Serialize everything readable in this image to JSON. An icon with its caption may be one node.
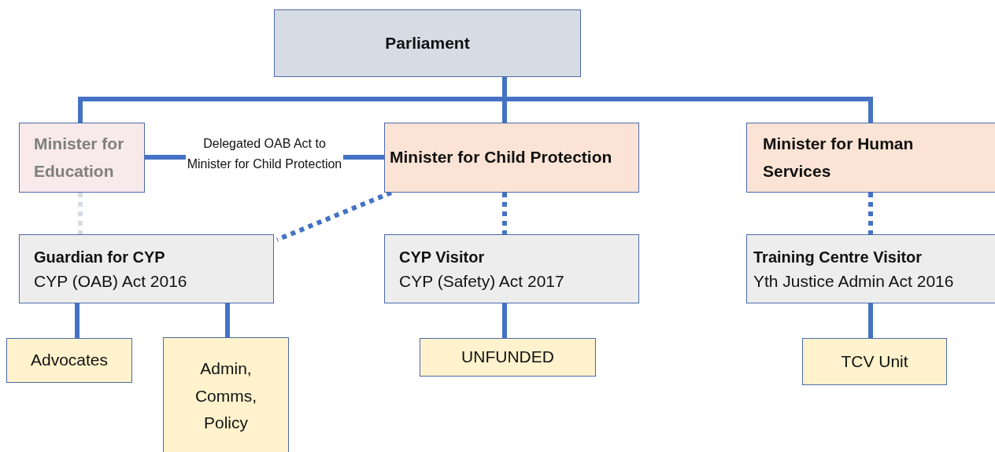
{
  "diagram": {
    "nodes": [
      {
        "text": [
          "Parliament"
        ]
      },
      {
        "text": [
          "Minister for Education"
        ]
      },
      {
        "text": [
          "Minister for Child Protection"
        ]
      },
      {
        "text": [
          "Minister for Human Services"
        ]
      },
      {
        "text": [
          "Guardian for CYP",
          "CYP (OAB) Act 2016"
        ]
      },
      {
        "text": [
          "CYP Visitor",
          "CYP (Safety) Act 2017"
        ]
      },
      {
        "text": [
          "Training Centre Visitor",
          "Yth Justice Admin Act 2016"
        ]
      },
      {
        "text": [
          "Advocates"
        ]
      },
      {
        "text": [
          "Admin, Comms, Policy"
        ]
      },
      {
        "text": [
          "UNFUNDED"
        ]
      },
      {
        "text": [
          "TCV Unit"
        ]
      }
    ],
    "edges": [
      {
        "from": 0,
        "to": 1,
        "arrow": "none"
      },
      {
        "from": 0,
        "to": 2,
        "arrow": "none"
      },
      {
        "from": 0,
        "to": 3,
        "arrow": "none"
      },
      {
        "from": 1,
        "to": 2,
        "arrow": "none",
        "label": "Delegated OAB Act to Minister for Child Protection"
      },
      {
        "from": 1,
        "to": 4,
        "arrow": "none",
        "style": "dashed",
        "color": "#d6dce4"
      },
      {
        "from": 2,
        "to": 4,
        "arrow": "none",
        "style": "dashed"
      },
      {
        "from": 2,
        "to": 5,
        "arrow": "none",
        "style": "dashed"
      },
      {
        "from": 3,
        "to": 6,
        "arrow": "none",
        "style": "dashed"
      },
      {
        "from": 4,
        "to": 7,
        "arrow": "none"
      },
      {
        "from": 4,
        "to": 8,
        "arrow": "none"
      },
      {
        "from": 5,
        "to": 9,
        "arrow": "none"
      },
      {
        "from": 6,
        "to": 10,
        "arrow": "none"
      }
    ]
  }
}
